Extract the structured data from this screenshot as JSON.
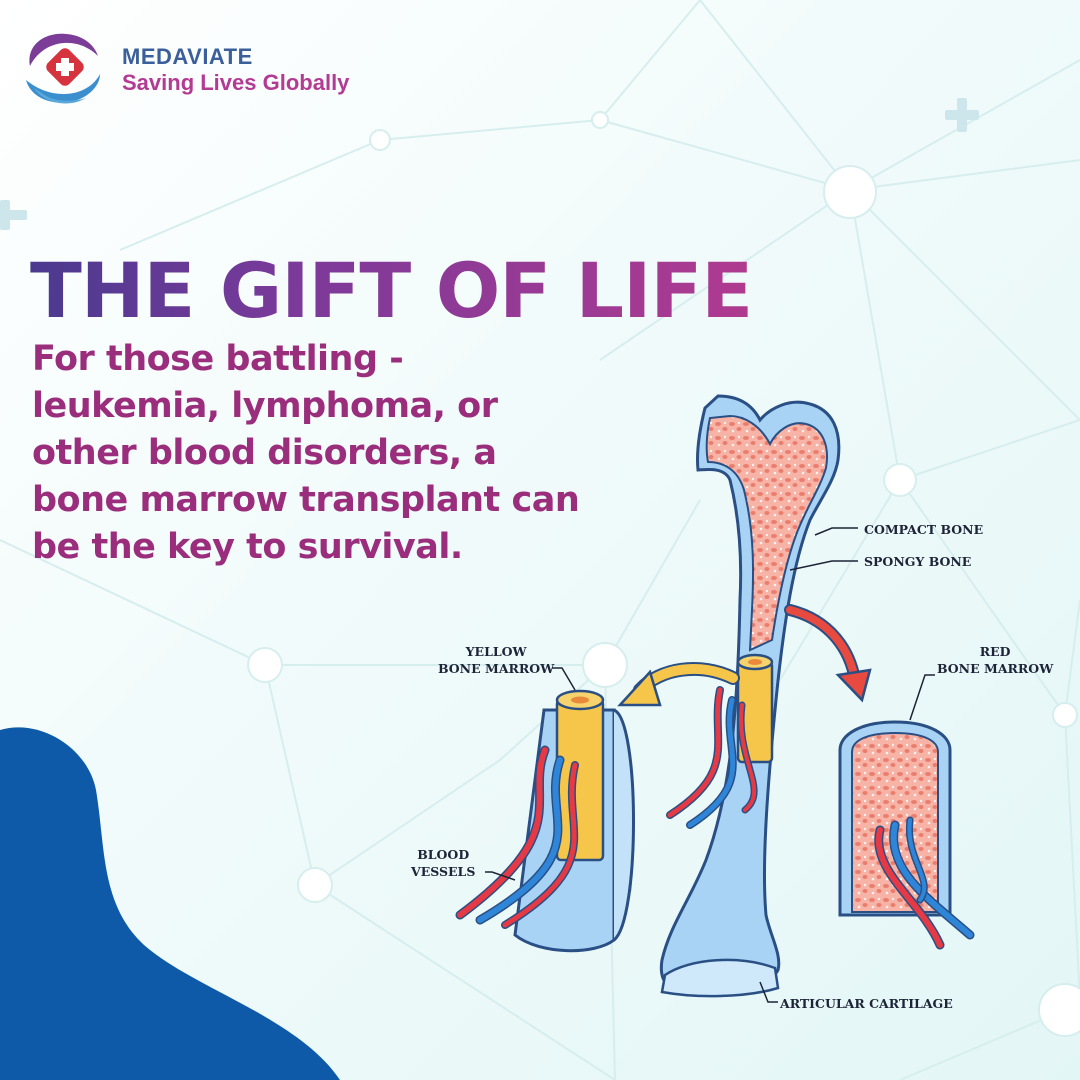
{
  "brand": {
    "name": "MEDAVIATE",
    "tagline": "Saving Lives Globally"
  },
  "headline": "THE GIFT OF LIFE",
  "body": "For those battling - leukemia, lymphoma, or other blood disorders, a bone marrow transplant can be the key to survival.",
  "labels": {
    "compact_bone": "COMPACT BONE",
    "spongy_bone": "SPONGY BONE",
    "yellow_bone_marrow": "YELLOW\nBONE MARROW",
    "red_bone_marrow": "RED\nBONE MARROW",
    "blood_vessels": "BLOOD\nVESSELS",
    "articular_cartilage": "ARTICULAR CARTILAGE"
  },
  "colors": {
    "purple": "#4a3a8f",
    "magenta": "#b03a90",
    "navy_blob": "#0f5aa8",
    "bone_blue": "#9ecbf2",
    "marrow_pink": "#f4a99a",
    "vessel_red": "#e53945",
    "vessel_blue": "#2f86d8"
  }
}
